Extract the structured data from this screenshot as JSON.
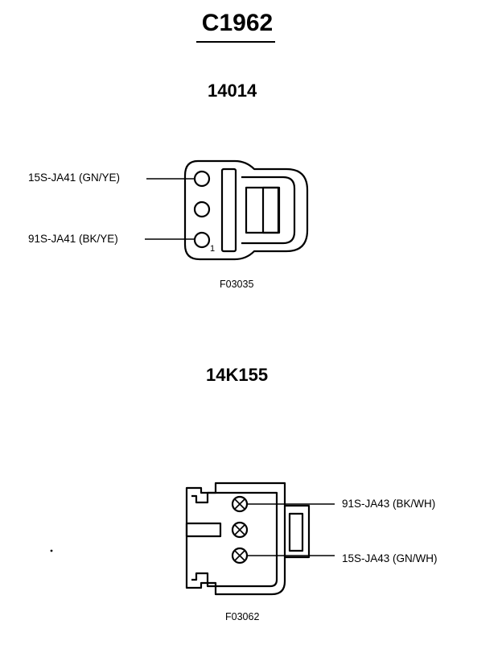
{
  "title": "C1962",
  "connector_1": {
    "part_number": "14014",
    "figure_code": "F03035",
    "pin_label": "1",
    "wires": [
      {
        "label": "15S-JA41 (GN/YE)"
      },
      {
        "label": "91S-JA41 (BK/YE)"
      }
    ]
  },
  "connector_2": {
    "part_number": "14K155",
    "figure_code": "F03062",
    "wires": [
      {
        "label": "91S-JA43 (BK/WH)"
      },
      {
        "label": "15S-JA43 (GN/WH)"
      }
    ]
  }
}
